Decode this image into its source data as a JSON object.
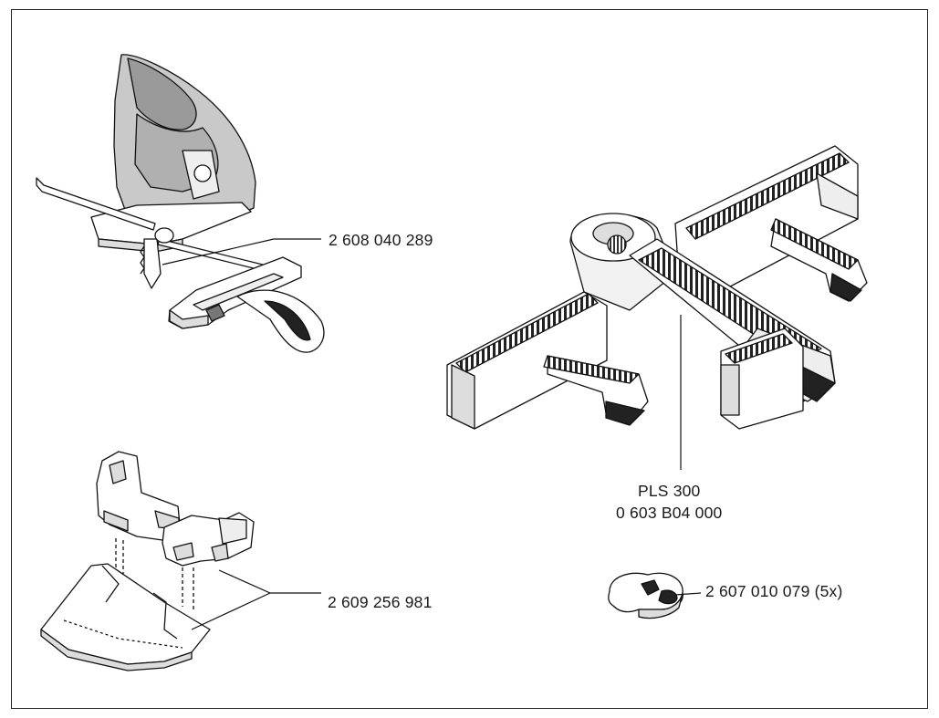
{
  "labels": {
    "jigsaw_guide": "2 608 040 289",
    "laser_model": "PLS 300",
    "laser_part": "0 603 B04 000",
    "sole_plate": "2 609 256 981",
    "clip": "2 607 010 079 (5x)"
  }
}
